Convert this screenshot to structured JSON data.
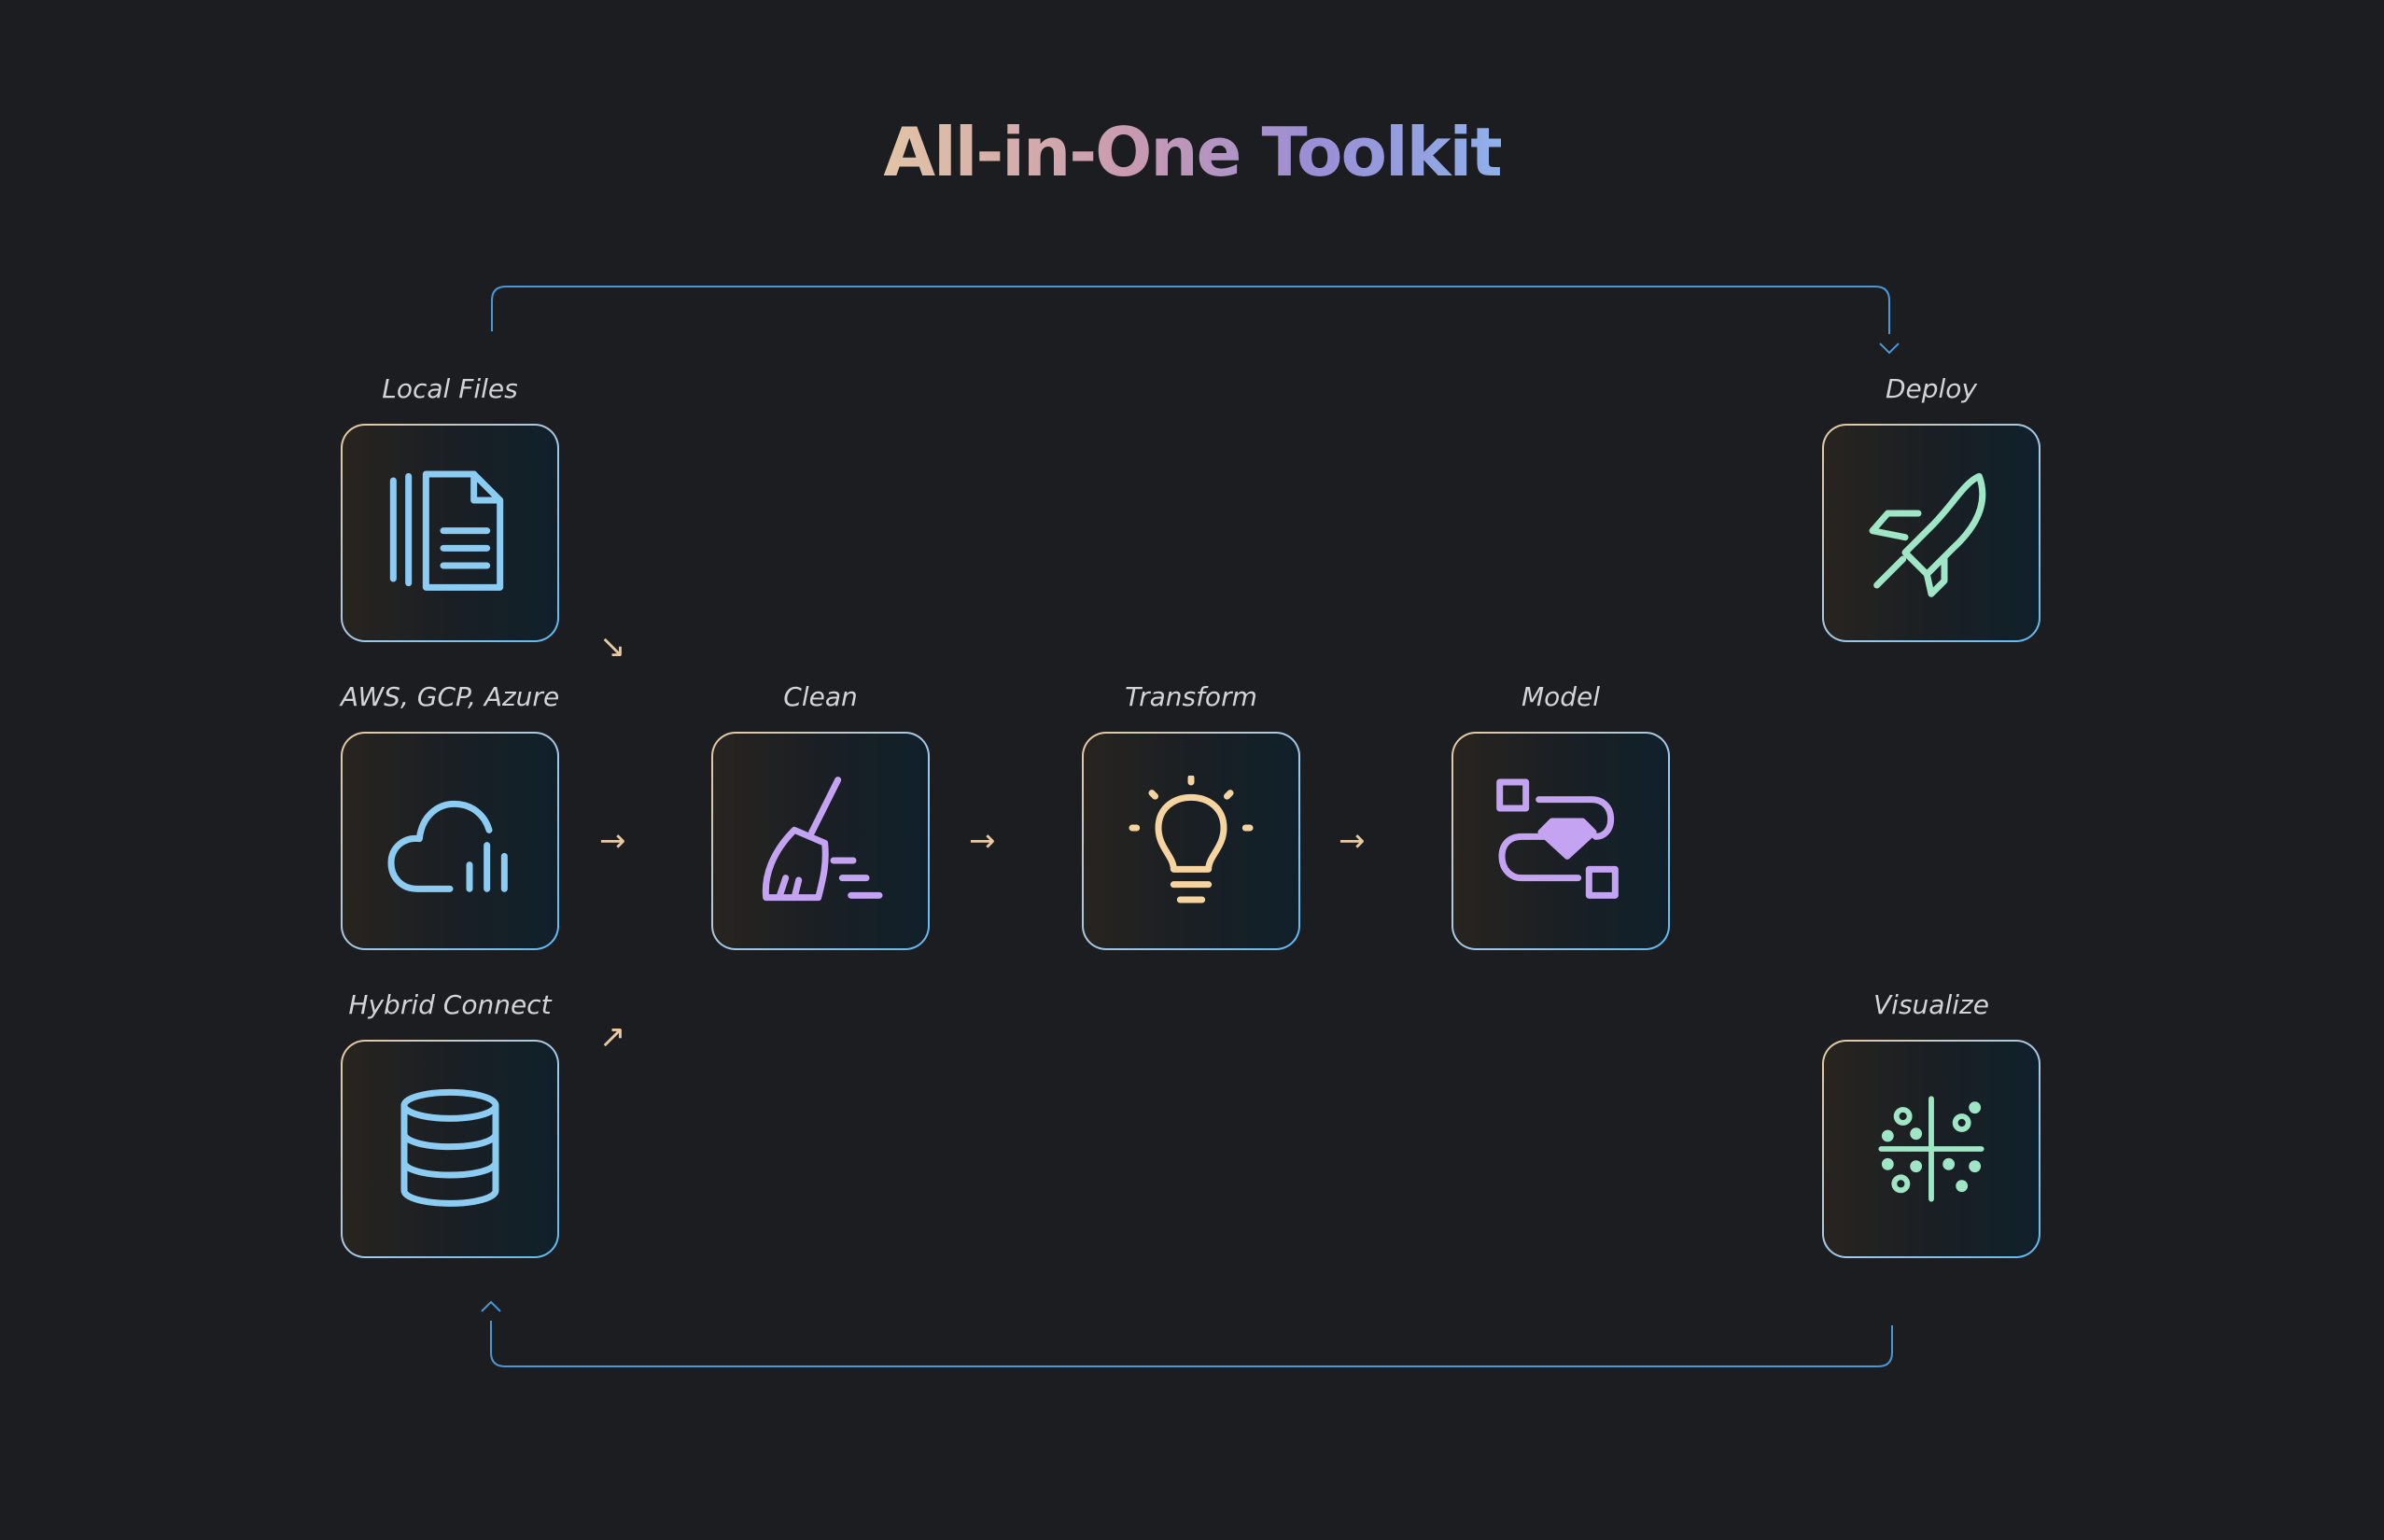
{
  "title": "All-in-One Toolkit",
  "colors": {
    "background": "#1c1d20",
    "connector": "#4a97d6",
    "arrow": "#e7c9a4",
    "icon_blue": "#8ccbf2",
    "icon_purple": "#c4a3f2",
    "icon_yellow": "#f6d4a0",
    "icon_green": "#9fe6c6"
  },
  "nodes": {
    "local_files": {
      "label": "Local Files",
      "icon": "document-stack-icon"
    },
    "cloud": {
      "label": "AWS, GCP, Azure",
      "icon": "cloud-chart-icon"
    },
    "hybrid": {
      "label": "Hybrid Connect",
      "icon": "database-icon"
    },
    "clean": {
      "label": "Clean",
      "icon": "broom-icon"
    },
    "transform": {
      "label": "Transform",
      "icon": "lightbulb-icon"
    },
    "model": {
      "label": "Model",
      "icon": "model-flow-icon"
    },
    "deploy": {
      "label": "Deploy",
      "icon": "rocket-icon"
    },
    "visualize": {
      "label": "Visualize",
      "icon": "scatter-plot-icon"
    }
  },
  "arrows": {
    "down_right": "↘",
    "right": "→",
    "up_right": "↗"
  }
}
